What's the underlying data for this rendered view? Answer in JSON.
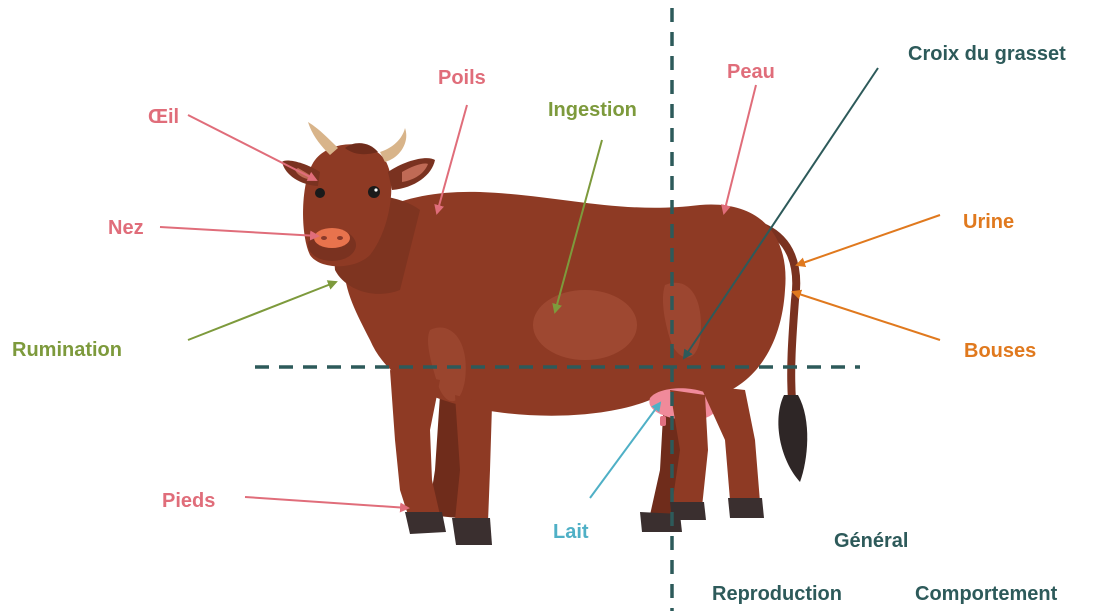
{
  "labels": {
    "oeil": "Œil",
    "poils": "Poils",
    "nez": "Nez",
    "ingestion": "Ingestion",
    "rumination": "Rumination",
    "pieds": "Pieds",
    "lait": "Lait",
    "peau": "Peau",
    "croix_du_grasset": "Croix du grasset",
    "urine": "Urine",
    "bouses": "Bouses",
    "general": "Général",
    "reproduction": "Reproduction",
    "comportement": "Comportement"
  },
  "colors": {
    "pink": "#e06d7a",
    "green": "#7d9a3c",
    "orange": "#e0791e",
    "blue": "#4fb0c6",
    "teal": "#2d5a5a",
    "cow_body": "#8e3a24",
    "cow_dark": "#6f2c1b",
    "udder": "#f08a9a",
    "hoof": "#3a2f2f"
  }
}
